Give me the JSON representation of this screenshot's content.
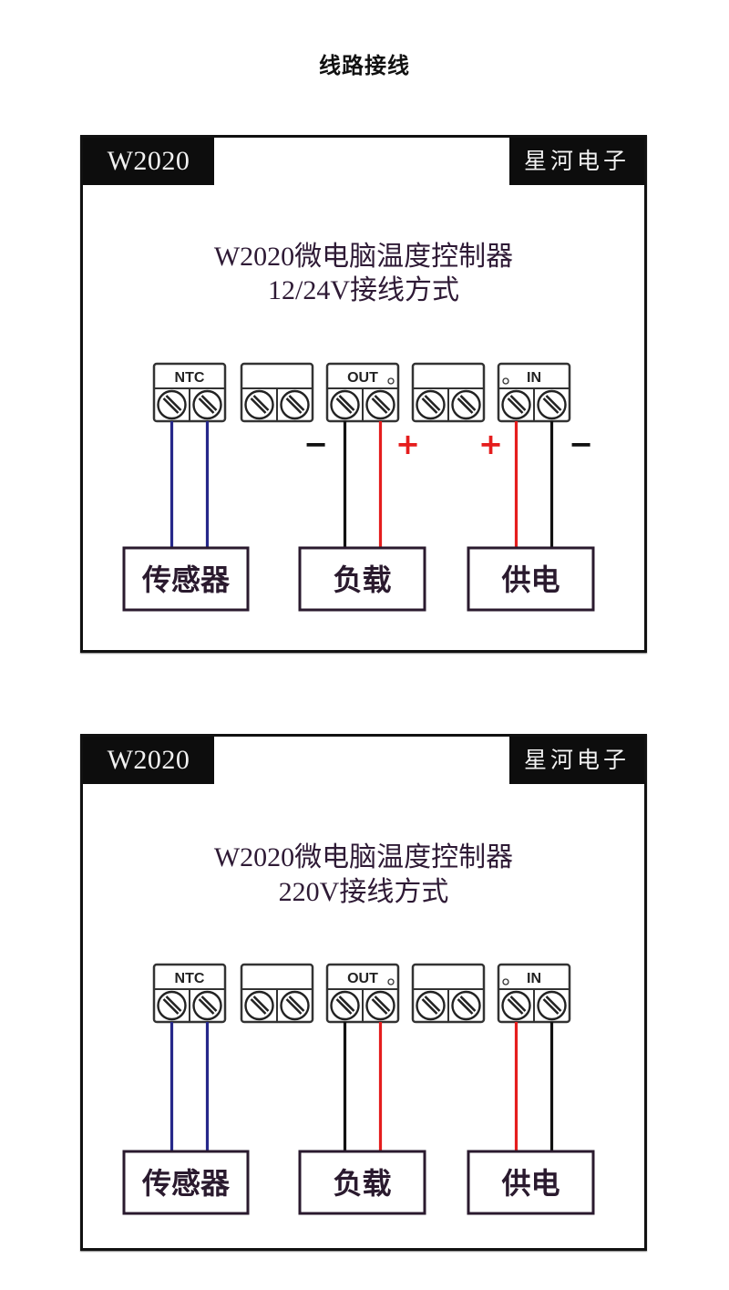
{
  "page": {
    "title": "线路接线"
  },
  "colors": {
    "sensor_wire": "#26288a",
    "negative_wire": "#111111",
    "positive_wire": "#e51d1d",
    "box_border": "#2a1a2e",
    "terminal_stroke": "#333333"
  },
  "terminal_blocks": [
    {
      "label": "NTC",
      "marker": "none"
    },
    {
      "label": "",
      "marker": "none"
    },
    {
      "label": "OUT",
      "marker": "right"
    },
    {
      "label": "",
      "marker": "none"
    },
    {
      "label": "IN",
      "marker": "left"
    }
  ],
  "diagrams": [
    {
      "model_tag": "W2020",
      "brand_tag": "星河电子",
      "heading_line1": "W2020微电脑温度控制器",
      "heading_line2": "12/24V接线方式",
      "polarity_labels": {
        "out_negative": "−",
        "out_positive": "+",
        "in_positive": "+",
        "in_negative": "−"
      },
      "show_polarity": true,
      "devices": [
        {
          "label": "传感器"
        },
        {
          "label": "负载"
        },
        {
          "label": "供电"
        }
      ]
    },
    {
      "model_tag": "W2020",
      "brand_tag": "星河电子",
      "heading_line1": "W2020微电脑温度控制器",
      "heading_line2": "220V接线方式",
      "polarity_labels": {},
      "show_polarity": false,
      "devices": [
        {
          "label": "传感器"
        },
        {
          "label": "负载"
        },
        {
          "label": "供电"
        }
      ]
    }
  ]
}
